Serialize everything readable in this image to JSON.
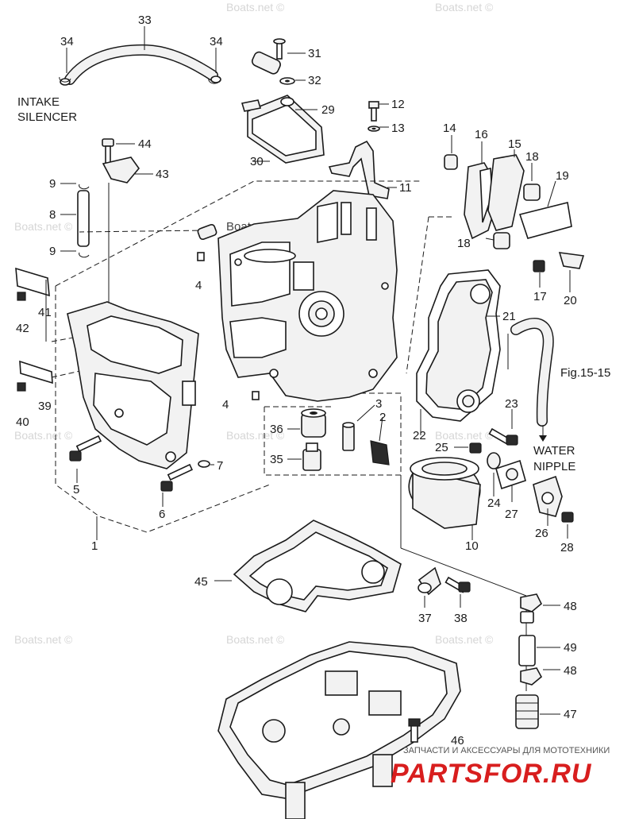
{
  "watermark": "Boats.net ©",
  "labels": {
    "intake_silencer": "INTAKE\nSILENCER",
    "intake": "INTAKE",
    "silencer": "SILENCER",
    "fig_ref": "Fig.15-15",
    "water": "WATER",
    "nipple": "NIPPLE"
  },
  "brand": {
    "subtitle": "ЗАПЧАСТИ И АКСЕССУАРЫ ДЛЯ МОТОТЕХНИКИ",
    "name": "PARTSFOR.RU"
  },
  "callouts": {
    "c1": "1",
    "c2": "2",
    "c3": "3",
    "c4a": "4",
    "c4b": "4",
    "c5": "5",
    "c6": "6",
    "c7": "7",
    "c8": "8",
    "c9a": "9",
    "c9b": "9",
    "c10": "10",
    "c11": "11",
    "c12": "12",
    "c13": "13",
    "c14": "14",
    "c15": "15",
    "c16": "16",
    "c17": "17",
    "c18a": "18",
    "c18b": "18",
    "c19": "19",
    "c20": "20",
    "c21": "21",
    "c22": "22",
    "c23": "23",
    "c24": "24",
    "c25": "25",
    "c26": "26",
    "c27": "27",
    "c28": "28",
    "c29": "29",
    "c30": "30",
    "c31": "31",
    "c32": "32",
    "c33": "33",
    "c34a": "34",
    "c34b": "34",
    "c35": "35",
    "c36": "36",
    "c37": "37",
    "c38": "38",
    "c39": "39",
    "c40": "40",
    "c41": "41",
    "c42": "42",
    "c43": "43",
    "c44": "44",
    "c45": "45",
    "c46": "46",
    "c47": "47",
    "c48a": "48",
    "c48b": "48",
    "c49": "49"
  }
}
